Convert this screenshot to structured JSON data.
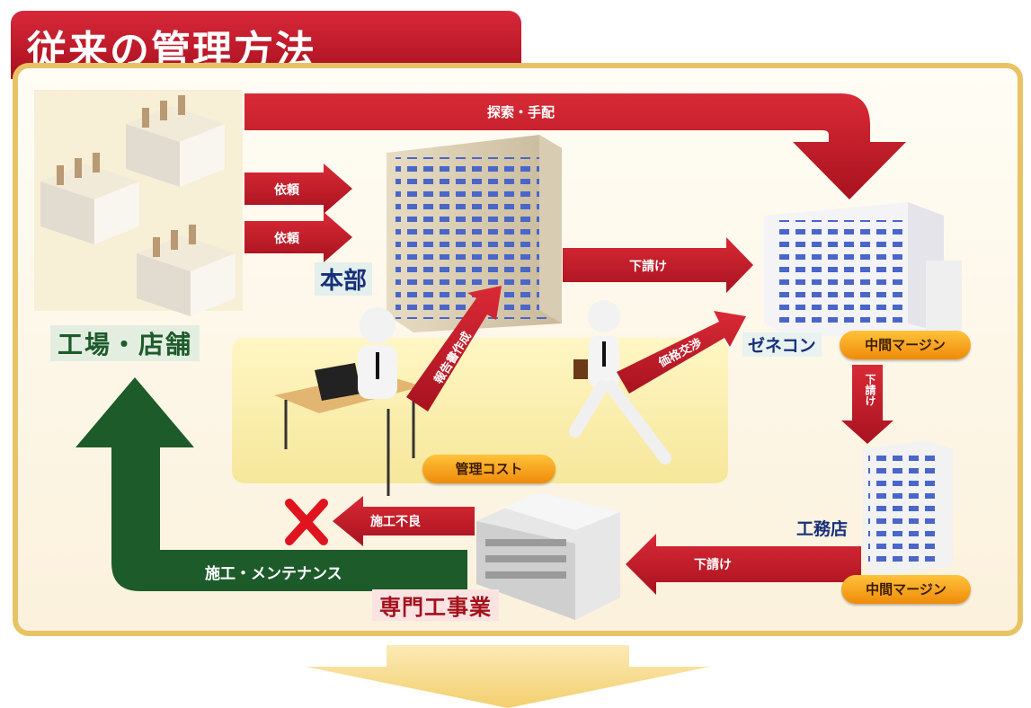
{
  "title": "従来の管理方法",
  "nodes": {
    "factory_store": "工場・店舗",
    "headquarters": "本部",
    "general_contractor": "ゼネコン",
    "construction_firm": "工務店",
    "specialist_contractor": "専門工事業"
  },
  "arrows": {
    "search_arrange": "探索・手配",
    "request_1": "依頼",
    "request_2": "依頼",
    "subcontract_hq_gc": "下請け",
    "report_writing": "報告書作成",
    "price_negotiation": "価格交渉",
    "subcontract_gc_firm": "下請け",
    "subcontract_firm_specialist": "下請け",
    "poor_construction": "施工不良",
    "construction_maintenance": "施工・メンテナンス"
  },
  "badges": {
    "management_cost": "管理コスト",
    "margin_gc": "中間マージン",
    "margin_firm": "中間マージン"
  },
  "colors": {
    "title_red": "#c0182a",
    "arrow_red": "#c61f2c",
    "frame_gold": "#e8c365",
    "green_arrow": "#1d5b2b",
    "badge_orange": "#f5a21c",
    "cross_red": "#e0141e"
  }
}
